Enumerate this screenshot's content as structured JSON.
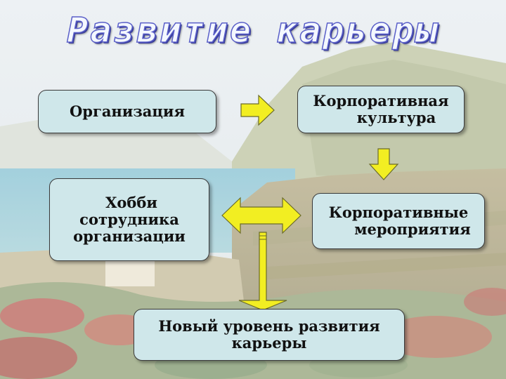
{
  "title": "Развитие карьеры",
  "boxes": {
    "organization": "Организация",
    "corp_culture": [
      "Корпоративная",
      "культура"
    ],
    "corp_events": [
      "Корпоративные",
      "мероприятия"
    ],
    "hobby": [
      "Хобби",
      "сотрудника",
      "организации"
    ],
    "new_level": [
      "Новый уровень развития",
      "карьеры"
    ]
  },
  "colors": {
    "box_fill": "#cfe7ea",
    "arrow_fill": "#f2ee22",
    "title_stroke": "#5a5fc8",
    "title_fill": "#f4f8ff"
  }
}
